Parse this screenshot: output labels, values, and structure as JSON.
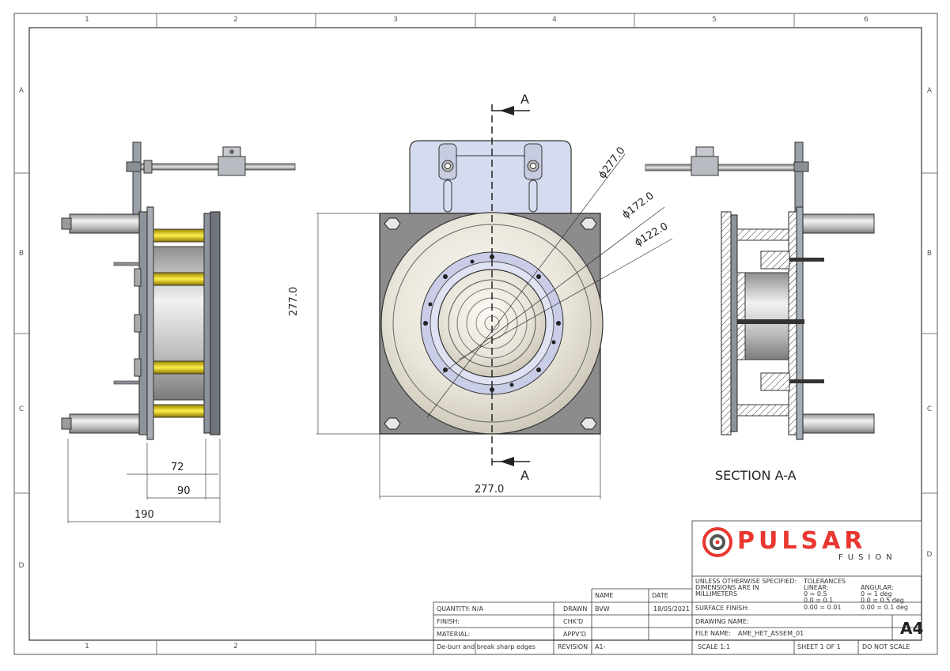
{
  "zones": {
    "columns": [
      "1",
      "2",
      "3",
      "4",
      "5",
      "6"
    ],
    "rows": [
      "A",
      "B",
      "C",
      "D"
    ]
  },
  "views": {
    "section_marker": "A",
    "section_title": "SECTION A-A"
  },
  "dimensions": {
    "side_72": "72",
    "side_90": "90",
    "side_190": "190",
    "front_height": "277.0",
    "front_width": "277.0",
    "dia_277": "ϕ277.0",
    "dia_172": "ϕ172.0",
    "dia_122": "ϕ122.0"
  },
  "logo": {
    "name": "PULSAR",
    "sub": "FUSION",
    "brand_color": "#e8372f"
  },
  "title_block": {
    "notes_line1": "UNLESS OTHERWISE SPECIFIED:",
    "notes_line2": "DIMENSIONS ARE IN",
    "notes_line3": "MILLIMETERS",
    "tolerances": "TOLERANCES",
    "linear": "LINEAR:",
    "linear_1": "0 = 0.5",
    "linear_2": "0.0 = 0.1",
    "linear_3": "0.00 = 0.01",
    "angular": "ANGULAR:",
    "angular_1": "0 = 1 deg",
    "angular_2": "0.0 = 0.5 deg",
    "angular_3": "0.00 = 0.1 deg",
    "surface_finish": "SURFACE FINISH:",
    "drawing_name": "DRAWING NAME:",
    "file_name_label": "FILE NAME:",
    "file_name": "AME_HET_ASSEM_01",
    "size": "A4",
    "scale": "SCALE 1:1",
    "sheet": "SHEET 1 OF 1",
    "do_not_scale": "DO NOT SCALE",
    "name_header": "NAME",
    "date_header": "DATE",
    "quantity": "QUANTITY: N/A",
    "finish": "FINISH:",
    "material": "MATERIAL:",
    "deburr": "De-burr and break sharp edges",
    "drawn": "DRAWN",
    "drawn_name": "BVW",
    "drawn_date": "18/05/2021",
    "chkd": "CHK'D",
    "appvd": "APPV'D",
    "revision": "REVISION",
    "revision_value": "A1-"
  }
}
